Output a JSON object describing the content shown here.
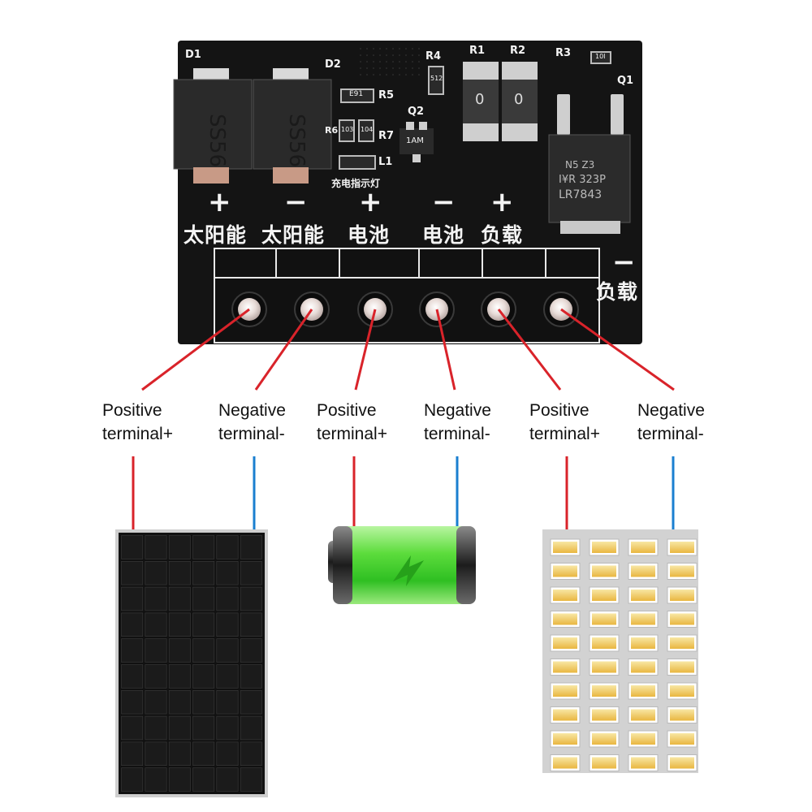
{
  "board": {
    "designators": {
      "d1": "D1",
      "d2": "D2",
      "r4": "R4",
      "r1": "R1",
      "r2": "R2",
      "r3": "R3",
      "r5": "R5",
      "r6": "R6",
      "r7": "R7",
      "q1": "Q1",
      "q2": "Q2",
      "l1": "L1"
    },
    "chips": {
      "diode_left": "SS56",
      "diode_right": "SS56",
      "r1_value": "0",
      "r2_value": "0",
      "r5_code": "E91",
      "r6_code": "103",
      "r7_code": "104",
      "r3_code": "10I",
      "r4_code": "512",
      "q2_code": "1AM",
      "regulator_line1": "LR7843",
      "regulator_line2": "I¥R 323P",
      "regulator_line3": "N5  Z3"
    },
    "charge_indicator": "充电指示灯",
    "terminals": [
      {
        "polarity": "+",
        "name": "太阳能"
      },
      {
        "polarity": "−",
        "name": "太阳能"
      },
      {
        "polarity": "+",
        "name": "电池"
      },
      {
        "polarity": "−",
        "name": "电池"
      },
      {
        "polarity": "+",
        "name": "负载"
      }
    ],
    "last_terminal": {
      "polarity": "−",
      "name": "负载"
    }
  },
  "labels": [
    {
      "line1": "Positive",
      "line2": "terminal+"
    },
    {
      "line1": "Negative",
      "line2": "terminal-"
    },
    {
      "line1": "Positive",
      "line2": "terminal+"
    },
    {
      "line1": "Negative",
      "line2": "terminal-"
    },
    {
      "line1": "Positive",
      "line2": "terminal+"
    },
    {
      "line1": "Negative",
      "line2": "terminal-"
    }
  ],
  "colors": {
    "positive_wire": "#d9232a",
    "negative_wire": "#1a7fd0",
    "pcb": "#141414",
    "battery_green": "#3ccd2a"
  }
}
